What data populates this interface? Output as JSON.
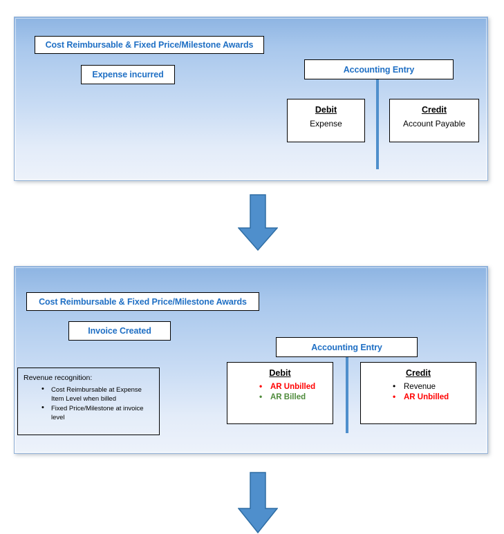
{
  "colors": {
    "header_blue": "#1F6FC4",
    "panel_top": "#8DB4E2",
    "panel_bottom": "#EDF2FA",
    "arrow_fill": "#4F8FCC",
    "arrow_stroke": "#2E6DA4",
    "connector_blue": "#4F8FCC",
    "ar_unbilled_red": "#FF0000",
    "ar_billed_green": "#4E8B3B",
    "text_black": "#000000"
  },
  "flow": {
    "stages": [
      {
        "id": "expense-incurred",
        "award_header": "Cost Reimbursable & Fixed Price/Milestone Awards",
        "event_label": "Expense incurred",
        "accounting_entry_label": "Accounting Entry",
        "debit": {
          "title": "Debit",
          "lines": [
            {
              "text": "Expense",
              "color": "#000000",
              "bulleted": false,
              "bold": false
            }
          ]
        },
        "credit": {
          "title": "Credit",
          "lines": [
            {
              "text": "Account Payable",
              "color": "#000000",
              "bulleted": false,
              "bold": false
            }
          ]
        }
      },
      {
        "id": "invoice-created",
        "award_header": "Cost Reimbursable & Fixed Price/Milestone Awards",
        "event_label": "Invoice Created",
        "accounting_entry_label": "Accounting Entry",
        "note": {
          "title": "Revenue recognition:",
          "bullets": [
            "Cost Reimbursable at Expense Item Level when billed",
            "Fixed Price/Milestone at invoice level"
          ]
        },
        "debit": {
          "title": "Debit",
          "lines": [
            {
              "text": "AR Unbilled",
              "color": "#FF0000",
              "bulleted": true,
              "bold": true
            },
            {
              "text": "AR Billed",
              "color": "#4E8B3B",
              "bulleted": true,
              "bold": true
            }
          ]
        },
        "credit": {
          "title": "Credit",
          "lines": [
            {
              "text": "Revenue",
              "color": "#000000",
              "bulleted": true,
              "bold": false
            },
            {
              "text": "AR Unbilled",
              "color": "#FF0000",
              "bulleted": true,
              "bold": true
            }
          ]
        }
      }
    ],
    "connectors": [
      {
        "id": "arrow-stage1-to-stage2",
        "direction": "down"
      },
      {
        "id": "arrow-stage2-to-next",
        "direction": "down"
      }
    ]
  }
}
